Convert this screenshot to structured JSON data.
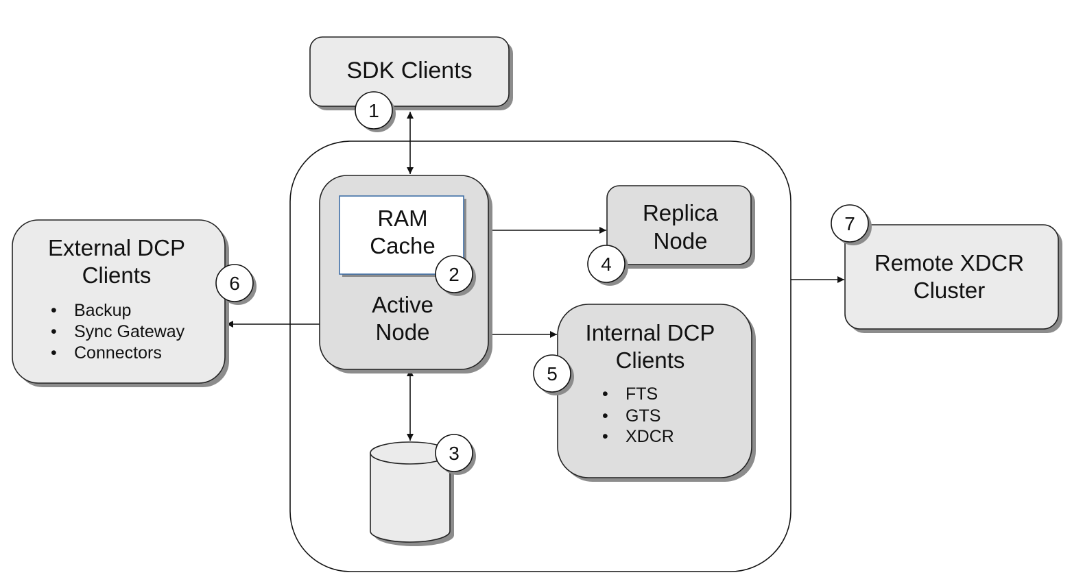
{
  "colors": {
    "box_fill": "#ebebeb",
    "active_fill": "#dedede",
    "shadow": "#8c8c8c",
    "stroke": "#222222",
    "cache_border": "#3f6ea6",
    "background": "#ffffff"
  },
  "sdk_clients": {
    "label": "SDK Clients"
  },
  "cluster": {
    "active_node": {
      "ram_cache": {
        "line1": "RAM",
        "line2": "Cache"
      },
      "line1": "Active",
      "line2": "Node"
    },
    "replica_node": {
      "line1": "Replica",
      "line2": "Node"
    },
    "internal_dcp": {
      "line1": "Internal DCP",
      "line2": "Clients",
      "items": [
        "FTS",
        "GTS",
        "XDCR"
      ]
    },
    "disk": {
      "icon": "database-cylinder-icon"
    }
  },
  "external_dcp": {
    "line1": "External DCP",
    "line2": "Clients",
    "items": [
      "Backup",
      "Sync Gateway",
      "Connectors"
    ]
  },
  "remote_xdcr": {
    "line1": "Remote XDCR",
    "line2": "Cluster"
  },
  "markers": [
    "1",
    "2",
    "3",
    "4",
    "5",
    "6",
    "7"
  ],
  "bullet": "•"
}
